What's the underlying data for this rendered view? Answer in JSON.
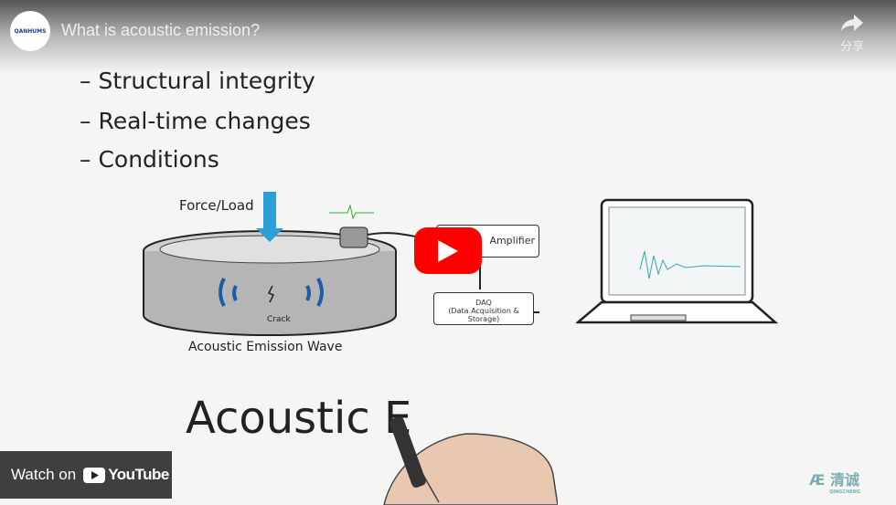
{
  "video": {
    "title": "What is acoustic emission?",
    "channel_avatar_text": "QANHUMS",
    "share_label": "分享"
  },
  "slide": {
    "bullets": [
      "– Structural integrity",
      "– Real-time changes",
      "– Conditions"
    ],
    "force_label": "Force/Load",
    "crack_label": "Crack",
    "wave_label": "Acoustic Emission Wave",
    "amplifier_label": "Amplifier",
    "daq_label": "DAQ",
    "daq_sub": "(Data Acquisition & Storage)",
    "handwriting": "Acoustic E",
    "brand": "清诚",
    "brand_sub": "QINGCHENG"
  },
  "controls": {
    "watch_on": "Watch on",
    "youtube": "YouTube"
  },
  "colors": {
    "play": "#ff0000",
    "arrow": "#2a9fd8",
    "wave": "#1a5ea8"
  }
}
